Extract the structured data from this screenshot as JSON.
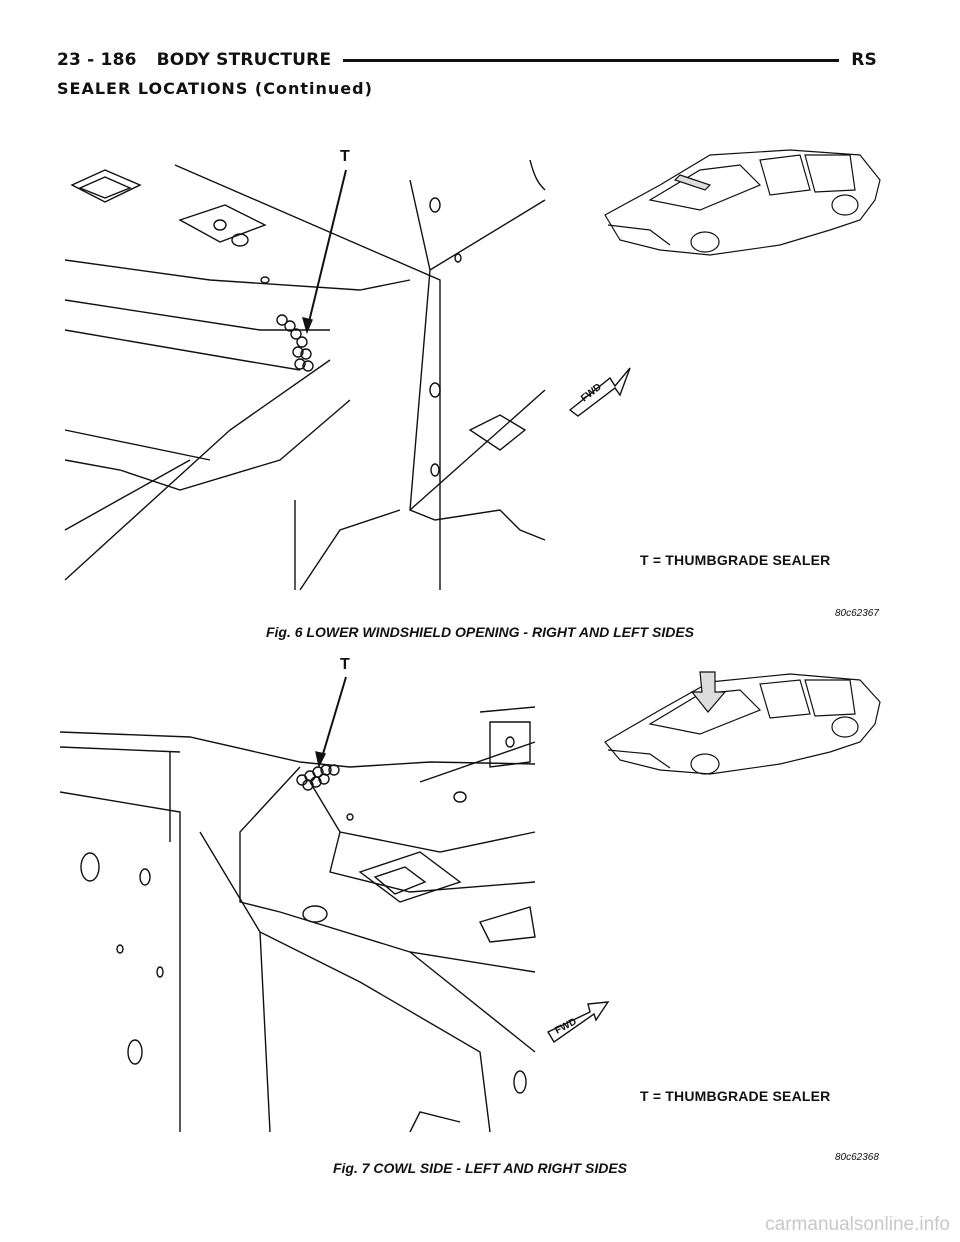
{
  "header": {
    "page_number": "23 - 186",
    "section": "BODY STRUCTURE",
    "code": "RS"
  },
  "section_title": "SEALER LOCATIONS (Continued)",
  "figures": [
    {
      "callout": "T",
      "fwd_label": "FWD",
      "legend": "T = THUMBGRADE SEALER",
      "ref_code": "80c62367",
      "caption": "Fig. 6 LOWER WINDSHIELD OPENING - RIGHT AND LEFT SIDES"
    },
    {
      "callout": "T",
      "fwd_label": "FWD",
      "legend": "T = THUMBGRADE SEALER",
      "ref_code": "80c62368",
      "caption": "Fig. 7 COWL SIDE - LEFT AND RIGHT SIDES"
    }
  ],
  "watermark": "carmanualsonline.info"
}
